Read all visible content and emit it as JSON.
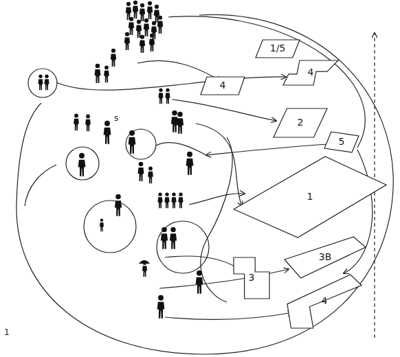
{
  "diagram": {
    "nodes": [
      {
        "text": [
          "1/5"
        ]
      },
      {
        "text": [
          "4"
        ]
      },
      {
        "text": [
          "4"
        ]
      },
      {
        "text": [
          "2"
        ]
      },
      {
        "text": [
          "5"
        ]
      },
      {
        "text": [
          "1"
        ]
      },
      {
        "text": [
          "3B"
        ]
      },
      {
        "text": [
          "3"
        ]
      },
      {
        "text": [
          "4"
        ]
      }
    ],
    "labels": [
      "s",
      "1"
    ]
  }
}
